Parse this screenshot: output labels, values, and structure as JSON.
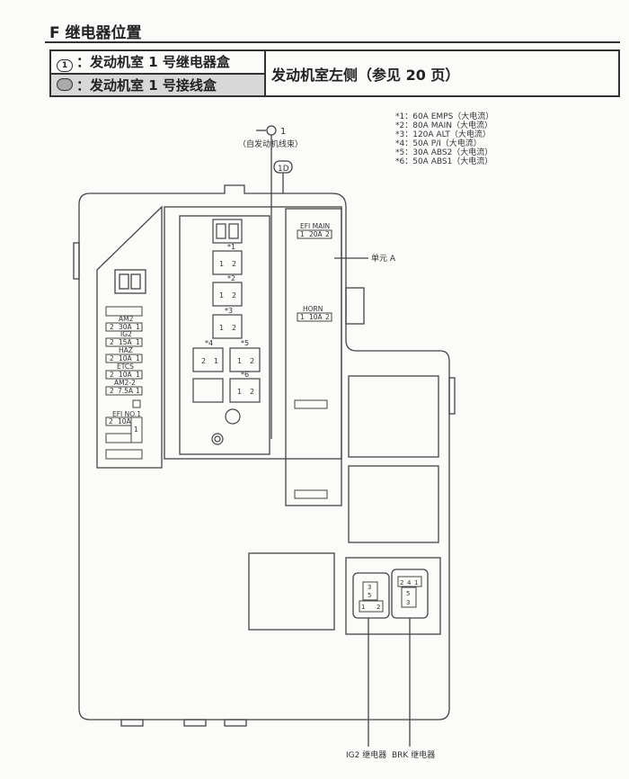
{
  "header": {
    "title": "F 继电器位置"
  },
  "location_table": {
    "row1_symbol": "1",
    "row1_label": "：发动机室 1 号继电器盒",
    "row2_label": "：发动机室 1 号接线盒",
    "location": "发动机室左侧（参见 20 页）"
  },
  "diagram": {
    "connector_label": "1",
    "connector_note": "（自发动机线束）",
    "connector_id": "1D",
    "legend": [
      "*1：60A EMPS（大电流）",
      "*2：80A MAIN（大电流）",
      "*3：120A ALT（大电流）",
      "*4：50A P/I（大电流）",
      "*5：30A ABS2（大电流）",
      "*6：50A ABS1（大电流）"
    ],
    "unit_label": "单元 A",
    "fuses_left": [
      {
        "name": "AM2",
        "amp": "30A"
      },
      {
        "name": "IG2",
        "amp": "15A"
      },
      {
        "name": "HAZ",
        "amp": "10A"
      },
      {
        "name": "ETCS",
        "amp": "10A"
      },
      {
        "name": "AM2-2",
        "amp": "7.5A"
      }
    ],
    "efi_no1": {
      "name": "EFI NO.1",
      "amp": "10A",
      "pin2": "2",
      "pin1": "1"
    },
    "efi_main": {
      "name": "EFI MAIN",
      "amp": "20A"
    },
    "horn": {
      "name": "HORN",
      "amp": "10A"
    },
    "pin1": "1",
    "pin2": "2",
    "stars": [
      "*1",
      "*2",
      "*3",
      "*4",
      "*5",
      "*6"
    ],
    "ig2_relay_pins": [
      "3",
      "5",
      "1",
      "2"
    ],
    "brk_relay_pins": [
      "2",
      "4",
      "1",
      "5",
      "3"
    ],
    "ig2_relay": "IG2 继电器",
    "brk_relay": "BRK 继电器"
  }
}
